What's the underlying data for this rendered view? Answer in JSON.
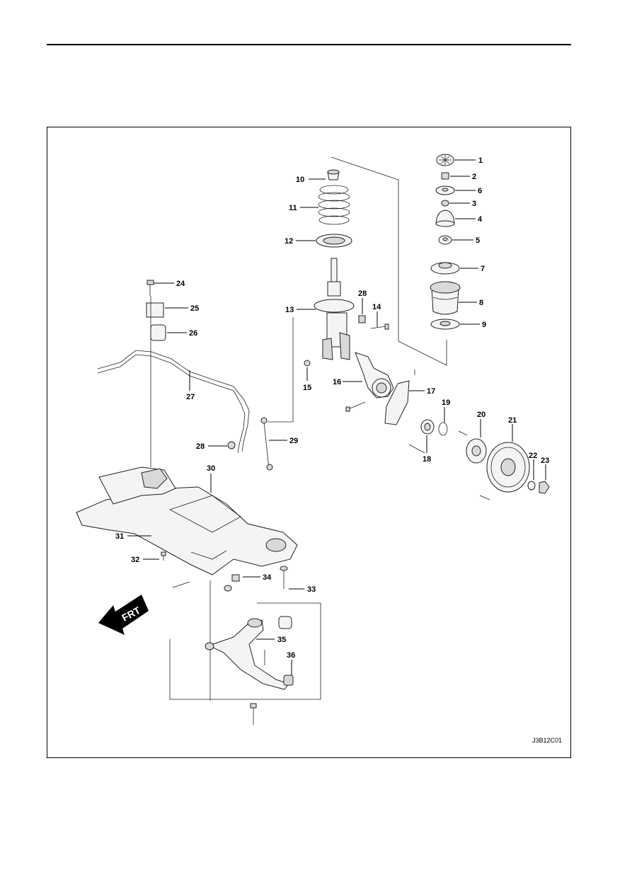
{
  "figure_code": "J3B12C01",
  "direction_label": "FRT",
  "callouts": {
    "c1": "1",
    "c2": "2",
    "c3": "3",
    "c4": "4",
    "c5": "5",
    "c6": "6",
    "c7": "7",
    "c8": "8",
    "c9": "9",
    "c10": "10",
    "c11": "11",
    "c12": "12",
    "c13": "13",
    "c14": "14",
    "c15": "15",
    "c16": "16",
    "c17": "17",
    "c18": "18",
    "c19": "19",
    "c20": "20",
    "c21": "21",
    "c22": "22",
    "c23": "23",
    "c24": "24",
    "c25": "25",
    "c26": "26",
    "c27": "27",
    "c28a": "28",
    "c28b": "28",
    "c29": "29",
    "c30": "30",
    "c31": "31",
    "c32": "32",
    "c33": "33",
    "c34": "34",
    "c35": "35",
    "c36": "36"
  }
}
